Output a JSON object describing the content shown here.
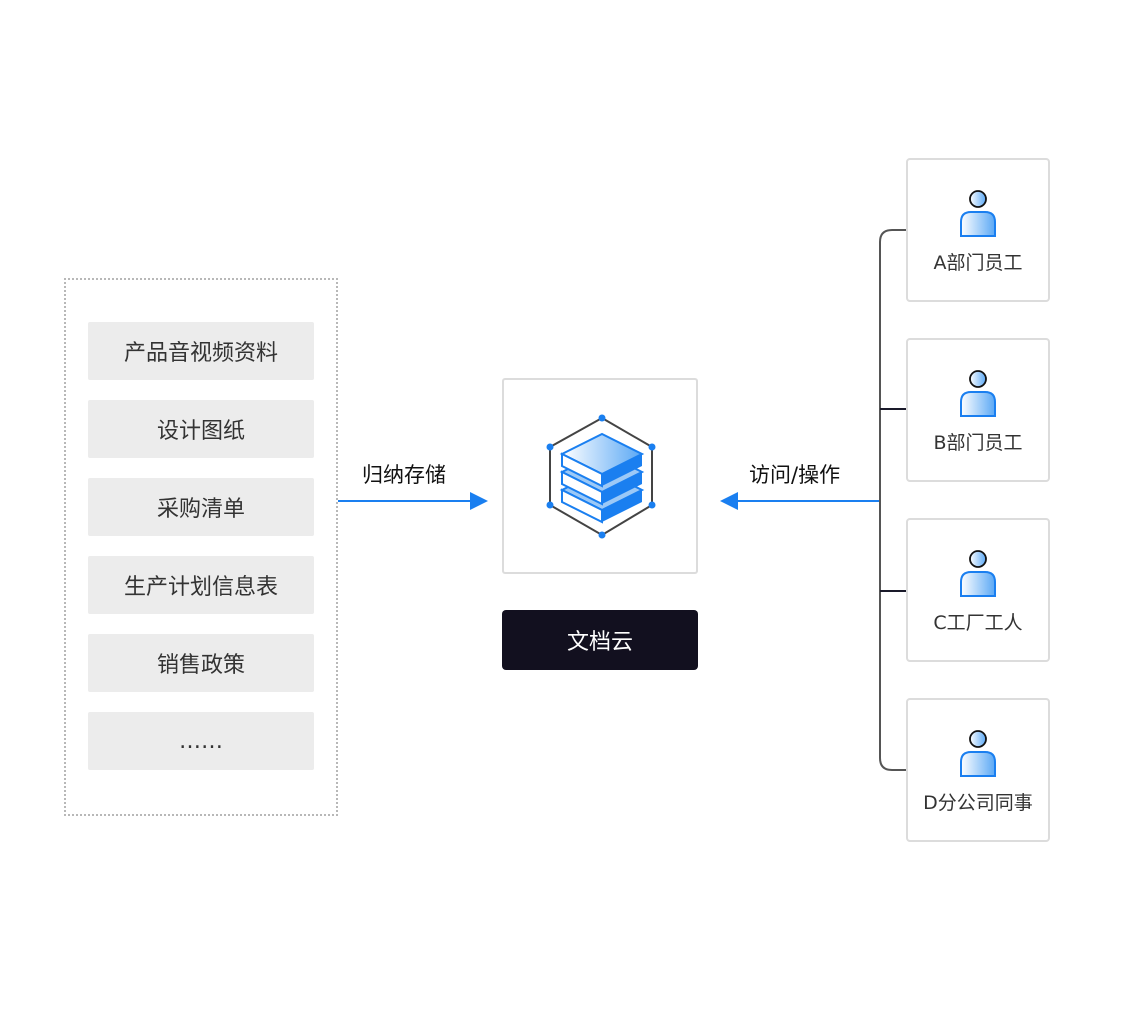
{
  "sources": {
    "items": [
      {
        "label": "产品音视频资料"
      },
      {
        "label": "设计图纸"
      },
      {
        "label": "采购清单"
      },
      {
        "label": "生产计划信息表"
      },
      {
        "label": "销售政策"
      },
      {
        "label": "……"
      }
    ]
  },
  "flows": {
    "store_label": "归纳存储",
    "access_label": "访问/操作"
  },
  "hub": {
    "name": "文档云",
    "icon": "layered-cube-icon"
  },
  "users": [
    {
      "label": "A部门员工",
      "icon": "person-icon"
    },
    {
      "label": "B部门员工",
      "icon": "person-icon"
    },
    {
      "label": "C工厂工人",
      "icon": "person-icon"
    },
    {
      "label": "D分公司同事",
      "icon": "person-icon"
    }
  ],
  "colors": {
    "accent": "#1a7ff0",
    "dark": "#12101f",
    "item_bg": "#ececec",
    "border": "#dcdcdc"
  }
}
